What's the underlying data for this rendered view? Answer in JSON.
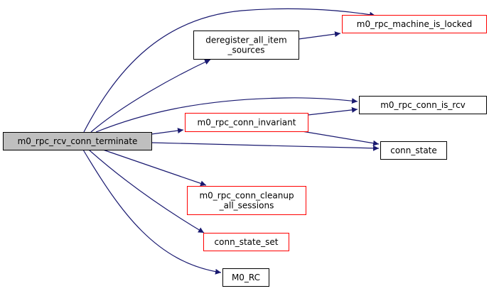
{
  "diagram": {
    "type": "call-graph",
    "colors": {
      "edge": "#191970",
      "root_fill": "#bfbfbf",
      "node_border": "#000000",
      "linked_border": "#ff0000",
      "node_fill": "#ffffff"
    },
    "nodes": [
      {
        "id": "root",
        "lines": [
          "m0_rpc_rcv_conn_terminate"
        ],
        "style": "root"
      },
      {
        "id": "deregister",
        "lines": [
          "deregister_all_item",
          "_sources"
        ],
        "style": "plain"
      },
      {
        "id": "locked",
        "lines": [
          "m0_rpc_machine_is_locked"
        ],
        "style": "red"
      },
      {
        "id": "is_rcv",
        "lines": [
          "m0_rpc_conn_is_rcv"
        ],
        "style": "plain"
      },
      {
        "id": "invariant",
        "lines": [
          "m0_rpc_conn_invariant"
        ],
        "style": "red"
      },
      {
        "id": "conn_state",
        "lines": [
          "conn_state"
        ],
        "style": "plain"
      },
      {
        "id": "cleanup",
        "lines": [
          "m0_rpc_conn_cleanup",
          "_all_sessions"
        ],
        "style": "red"
      },
      {
        "id": "state_set",
        "lines": [
          "conn_state_set"
        ],
        "style": "red"
      },
      {
        "id": "m0_rc",
        "lines": [
          "M0_RC"
        ],
        "style": "plain"
      }
    ],
    "edges": [
      {
        "from": "root",
        "to": "locked"
      },
      {
        "from": "root",
        "to": "deregister"
      },
      {
        "from": "deregister",
        "to": "locked"
      },
      {
        "from": "root",
        "to": "is_rcv"
      },
      {
        "from": "root",
        "to": "invariant"
      },
      {
        "from": "invariant",
        "to": "is_rcv"
      },
      {
        "from": "invariant",
        "to": "conn_state"
      },
      {
        "from": "root",
        "to": "conn_state"
      },
      {
        "from": "root",
        "to": "cleanup"
      },
      {
        "from": "root",
        "to": "state_set"
      },
      {
        "from": "root",
        "to": "m0_rc"
      }
    ]
  }
}
